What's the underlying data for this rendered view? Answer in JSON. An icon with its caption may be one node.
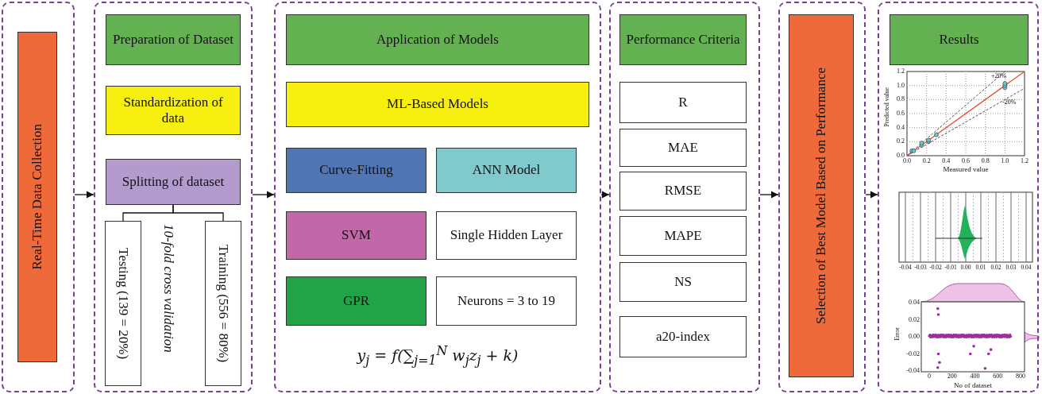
{
  "diagram": {
    "nodes": [
      {
        "text": [],
        "shape": "box"
      },
      {
        "text": [
          "Real-Time Data Collection"
        ],
        "in": 0
      },
      {
        "text": [],
        "shape": "box"
      },
      {
        "text": [
          "Preparation of Dataset"
        ],
        "in": 2
      },
      {
        "text": [
          "Standardization of data"
        ],
        "in": 2
      },
      {
        "text": [
          "Splitting of dataset"
        ],
        "in": 2
      },
      {
        "text": [
          "Testing (139 = 20%)"
        ],
        "in": 2
      },
      {
        "text": [
          "Training (556 = 80%)"
        ],
        "in": 2
      },
      {
        "text": [],
        "shape": "box"
      },
      {
        "text": [
          "Application of Models"
        ],
        "in": 8
      },
      {
        "text": [
          "ML-Based Models"
        ],
        "in": 8
      },
      {
        "text": [
          "Curve-Fitting"
        ],
        "in": 8
      },
      {
        "text": [
          "ANN Model"
        ],
        "in": 8
      },
      {
        "text": [
          "SVM"
        ],
        "in": 8
      },
      {
        "text": [
          "Single Hidden Layer"
        ],
        "in": 8
      },
      {
        "text": [
          "GPR"
        ],
        "in": 8
      },
      {
        "text": [
          "Neurons = 3 to 19"
        ],
        "in": 8
      },
      {
        "text": [],
        "shape": "box"
      },
      {
        "text": [
          "Performance Criteria"
        ],
        "in": 17
      },
      {
        "text": [
          "R"
        ],
        "in": 17
      },
      {
        "text": [
          "MAE"
        ],
        "in": 17
      },
      {
        "text": [
          "RMSE"
        ],
        "in": 17
      },
      {
        "text": [
          "MAPE"
        ],
        "in": 17
      },
      {
        "text": [
          "NS"
        ],
        "in": 17
      },
      {
        "text": [
          "a20-index"
        ],
        "in": 17
      },
      {
        "text": [],
        "shape": "box"
      },
      {
        "text": [
          "Selection of Best Model Based on Performance"
        ],
        "in": 25
      },
      {
        "text": [],
        "shape": "box"
      },
      {
        "text": [
          "Results"
        ],
        "in": 27
      }
    ],
    "edges": [
      {
        "from": 0,
        "to": 2,
        "arrow": "to"
      },
      {
        "from": 2,
        "to": 8,
        "arrow": "to"
      },
      {
        "from": 8,
        "to": 17,
        "arrow": "to"
      },
      {
        "from": 17,
        "to": 25,
        "arrow": "to"
      },
      {
        "from": 25,
        "to": 27,
        "arrow": "to"
      },
      {
        "from": 5,
        "to": 6,
        "arrow": "none"
      },
      {
        "from": 5,
        "to": 7,
        "arrow": "none"
      }
    ],
    "labels": [
      "10-fold cross validation",
      "y$_{j}$ = f(∑$_{j=1}$$^{N}$ w$_{j}$z$_{j}$ + k)",
      "1.2",
      "1.0",
      "0.8",
      "0.6",
      "0.4",
      "0.2",
      "0.0",
      "Predicted value",
      "+20%",
      "-20%",
      "0.0",
      "0.2",
      "0.4",
      "0.6",
      "0.8",
      "1.0",
      "1.2",
      "Measured value",
      "-0.04",
      "-0.03",
      "-0.02",
      "-0.01",
      "0.00",
      "0.01",
      "0.02",
      "0.03",
      "0.04",
      "0.04",
      "0.02",
      "0.00",
      "-0.02",
      "-0.04",
      "Error",
      "0",
      "200",
      "400",
      "600",
      "800",
      "No of dataset"
    ]
  }
}
